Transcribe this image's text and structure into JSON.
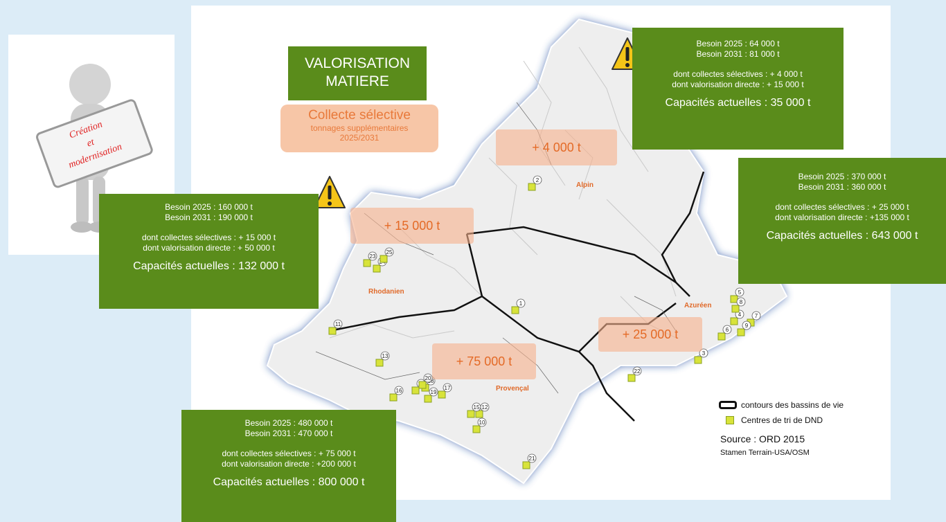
{
  "illustration": {
    "sign_text": [
      "Création",
      "et",
      "modernisation"
    ]
  },
  "title": {
    "line1": "VALORISATION",
    "line2": "MATIERE"
  },
  "collecte": {
    "heading": "Collecte sélective",
    "sub1": "tonnages supplémentaires",
    "sub2": "2025/2031"
  },
  "boxes": {
    "alpin": {
      "b2025": "Besoin 2025 : 64 000 t",
      "b2031": "Besoin 2031 : 81 000 t",
      "cs": "dont collectes sélectives : + 4 000 t",
      "vd": "dont valorisation directe : + 15 000 t",
      "cap": "Capacités actuelles : 35 000 t"
    },
    "azureen": {
      "b2025": "Besoin 2025 : 370 000 t",
      "b2031": "Besoin 2031 : 360 000 t",
      "cs": "dont collectes sélectives : + 25 000 t",
      "vd": "dont valorisation directe : +135 000 t",
      "cap": "Capacités actuelles : 643 000 t"
    },
    "rhodanien": {
      "b2025": "Besoin 2025 : 160 000 t",
      "b2031": "Besoin 2031 : 190 000 t",
      "cs": "dont collectes sélectives : + 15 000 t",
      "vd": "dont valorisation directe : + 50 000 t",
      "cap": "Capacités actuelles : 132 000 t"
    },
    "provencal": {
      "b2025": "Besoin 2025 : 480 000 t",
      "b2031": "Besoin 2031 : 470 000 t",
      "cs": "dont collectes sélectives : + 75 000 t",
      "vd": "dont valorisation directe : +200 000 t",
      "cap": "Capacités actuelles : 800 000 t"
    }
  },
  "peach_labels": {
    "alpin": "+ 4 000 t",
    "rhodanien": "+ 15 000 t",
    "azureen": "+ 25 000 t",
    "provencal": "+ 75 000 t"
  },
  "regions": {
    "alpin": "Alpin",
    "rhodanien": "Rhodanien",
    "azureen": "Azuréen",
    "provencal": "Provençal"
  },
  "centres": [
    {
      "n": "1"
    },
    {
      "n": "2"
    },
    {
      "n": "3"
    },
    {
      "n": "4"
    },
    {
      "n": "5"
    },
    {
      "n": "6"
    },
    {
      "n": "7"
    },
    {
      "n": "8"
    },
    {
      "n": "9"
    },
    {
      "n": "10"
    },
    {
      "n": "11"
    },
    {
      "n": "12"
    },
    {
      "n": "13"
    },
    {
      "n": "14"
    },
    {
      "n": "15"
    },
    {
      "n": "16"
    },
    {
      "n": "17"
    },
    {
      "n": "18"
    },
    {
      "n": "19"
    },
    {
      "n": "20"
    },
    {
      "n": "21"
    },
    {
      "n": "22"
    },
    {
      "n": "23"
    },
    {
      "n": "24"
    },
    {
      "n": "25"
    }
  ],
  "legend": {
    "contours": "contours des bassins de vie",
    "centres": "Centres de tri de DND",
    "source": "Source : ORD 2015",
    "stamen": "Stamen Terrain-USA/OSM"
  },
  "colors": {
    "green": "#5a8c1b",
    "peach": "#f6b08c",
    "marker": "#d8e33a",
    "warning": "#f5c518"
  }
}
